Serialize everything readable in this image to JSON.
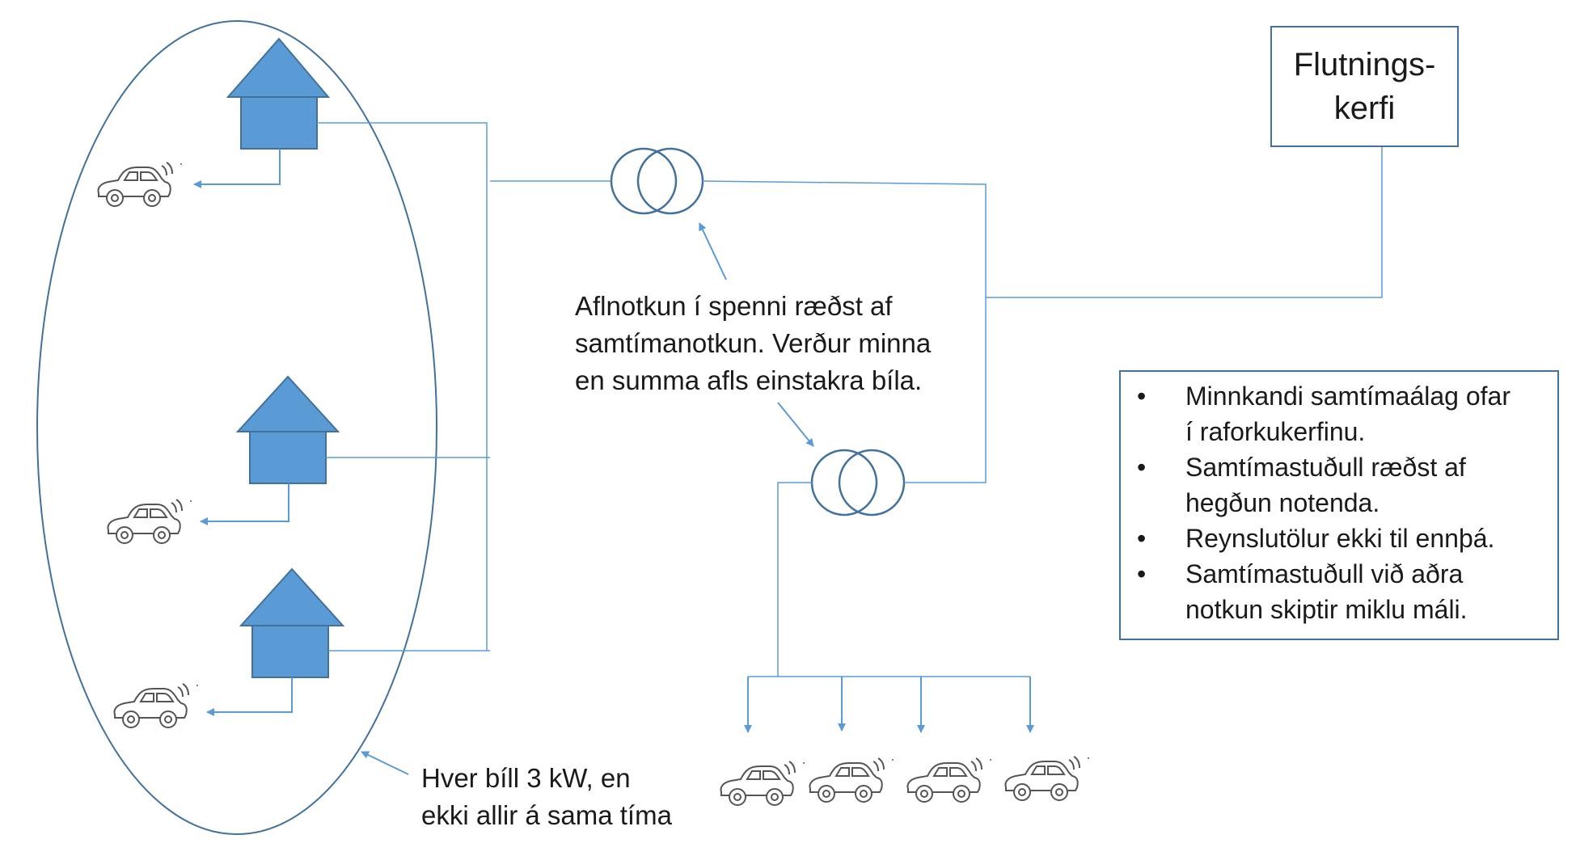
{
  "colors": {
    "house": "#5B9BD5",
    "line": "#5B9BD5",
    "outline": "#41719C",
    "text": "#1a1a1a"
  },
  "icons": {
    "house": "house-icon",
    "car": "car-icon",
    "transformer": "transformer-icon",
    "arrow": "arrow-icon"
  },
  "transmission_box": {
    "line1": "Flutnings-",
    "line2": "kerfi"
  },
  "transformer_note": {
    "line1": "Aflnotkun í spenni ræðst af",
    "line2": "samtímanotkun. Verður minna",
    "line3": "en summa afls einstakra bíla."
  },
  "cluster_note": {
    "line1": "Hver bíll 3 kW, en",
    "line2": "ekki allir á sama tíma"
  },
  "notes": {
    "bullet": "•",
    "items": [
      {
        "line1": "Minnkandi samtímaálag ofar",
        "line2": "í raforkukerfinu."
      },
      {
        "line1": "Samtímastuðull ræðst af",
        "line2": "hegðun notenda."
      },
      {
        "line1": "Reynslutölur ekki til ennþá.",
        "line2": ""
      },
      {
        "line1": "Samtímastuðull við aðra",
        "line2": "notkun skiptir miklu máli."
      }
    ]
  }
}
